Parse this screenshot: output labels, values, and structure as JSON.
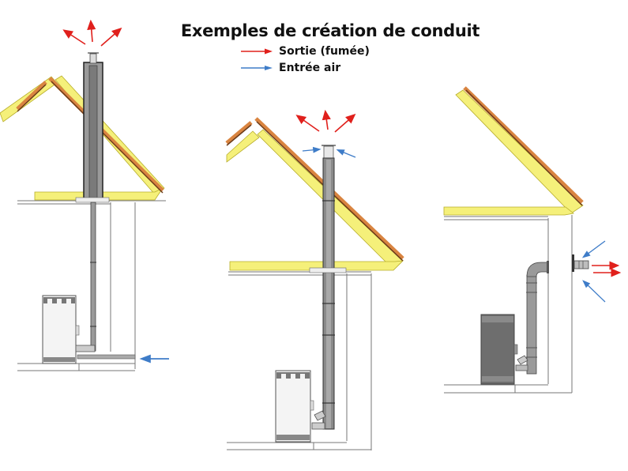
{
  "title": "Exemples de création de conduit",
  "legend": [
    {
      "label": "Sortie (fumée)",
      "color": "#e0201c",
      "meaning": "smoke-outlet"
    },
    {
      "label": "Entrée air",
      "color": "#3e7cc8",
      "meaning": "air-inlet"
    }
  ],
  "colors": {
    "insulation": "#f5f07a",
    "insulation_edge": "#b7ad2a",
    "tiles": "#d98440",
    "tiles_dark": "#6b3b1a",
    "flue": "#8a8a8a",
    "flue_dark": "#555555",
    "wall": "#777777",
    "stove_light": "#f4f4f4",
    "stove_dark": "#6e6e6e",
    "smoke_arrow": "#e0201c",
    "air_arrow": "#3e7cc8"
  },
  "examples": [
    {
      "id": "vertical-through-roof-with-boxed-chimney",
      "air_inlet": "floor-level"
    },
    {
      "id": "vertical-concentric-through-roof",
      "air_inlet": "roof-terminal"
    },
    {
      "id": "horizontal-through-wall",
      "air_inlet": "wall-terminal"
    }
  ]
}
